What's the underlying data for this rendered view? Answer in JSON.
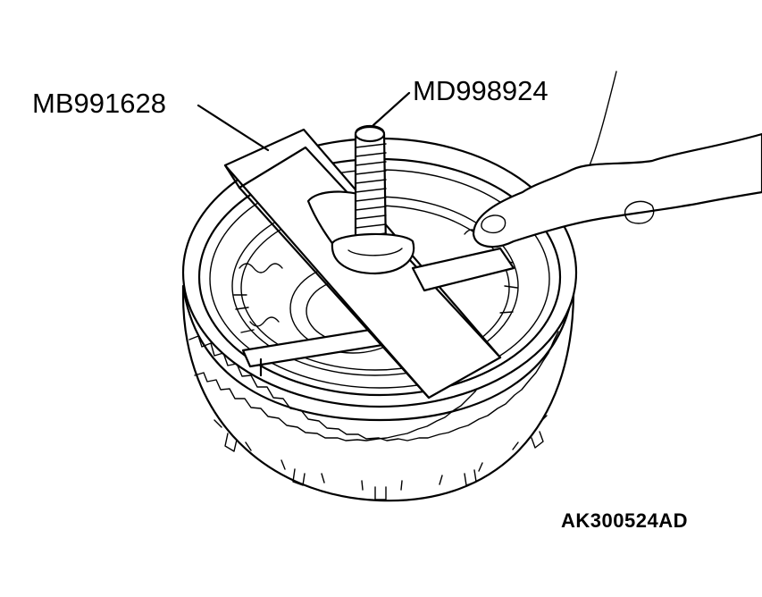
{
  "labels": {
    "tool_left": "MB991628",
    "tool_right": "MD998924",
    "figure_code": "AK300524AD"
  },
  "colors": {
    "line": "#000000",
    "background": "#ffffff"
  }
}
